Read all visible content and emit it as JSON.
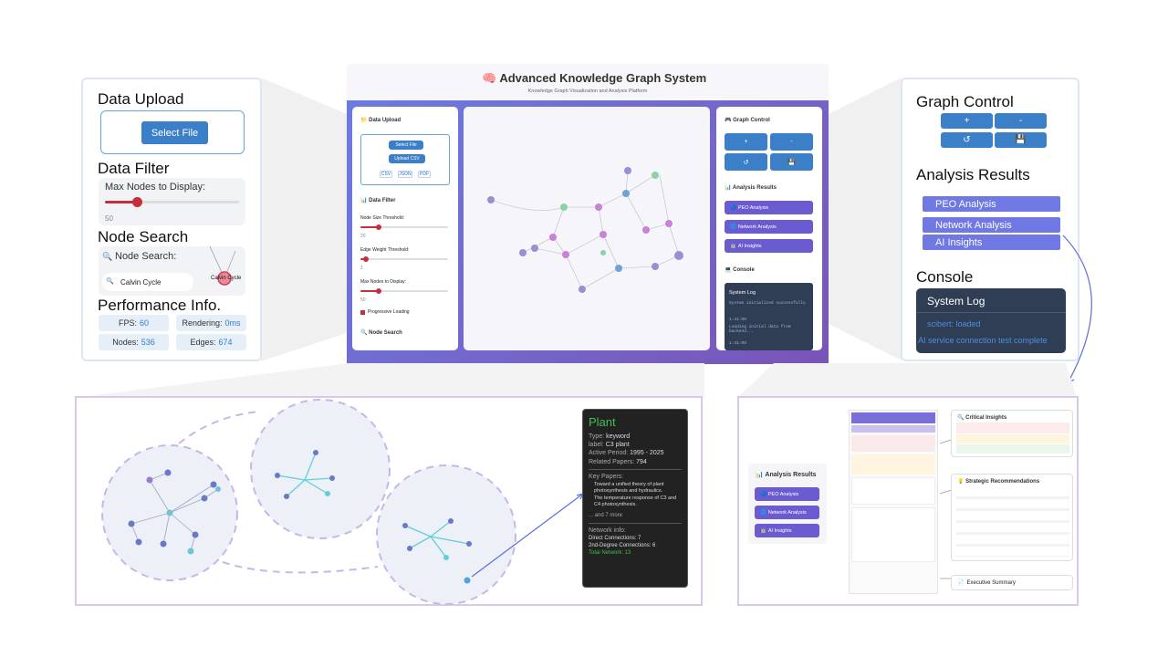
{
  "colors": {
    "accent": "#3a7fc8",
    "purple": "#6a5bd0",
    "slider": "#c62e3c",
    "peo": "#6f78e3",
    "console_bg": "#2f3e55"
  },
  "left_panel": {
    "upload_title": "Data Upload",
    "select_file": "Select File",
    "filter_title": "Data Filter",
    "max_nodes_label": "Max Nodes to Display:",
    "max_nodes_value": "50",
    "max_nodes_level": 0.3,
    "search_title": "Node Search",
    "search_label": "Node Search:",
    "search_value": "Calvin Cycle",
    "search_node_label": "Calvin Cycle",
    "perf_title": "Performance Info.",
    "fps_label": "FPS:",
    "fps_value": "60",
    "render_label": "Rendering:",
    "render_value": "0ms",
    "nodes_label": "Nodes:",
    "nodes_value": "536",
    "edges_label": "Edges:",
    "edges_value": "674"
  },
  "main": {
    "title": "Advanced Knowledge Graph System",
    "title_icon": "brain-icon",
    "subtitle": "Knowledge Graph Visualization and Analysis Platform",
    "upload_title": "Data Upload",
    "select_file": "Select File",
    "upload_csv": "Upload CSV",
    "tags": [
      "CSV",
      "JSON",
      "PDF"
    ],
    "filter_title": "Data Filter",
    "size_label": "Node Size Threshold:",
    "size_value": "20",
    "weight_label": "Edge Weight Threshold:",
    "weight_value": "1",
    "max_label": "Max Nodes to Display:",
    "max_value": "50",
    "progressive": "Progressive Loading",
    "search_title": "Node Search",
    "control_title": "Graph Control",
    "analysis_title": "Analysis Results",
    "btn_plus": "+",
    "btn_minus": "-",
    "btn_reset": "↺",
    "btn_save": "💾",
    "peo": "PEO Analysis",
    "network": "Network Analysis",
    "ai": "AI Insights",
    "console_title": "Console",
    "system_log": "System Log",
    "log1": "System initialized successfully",
    "log2_time": "1:41:09",
    "log3": "Loading initial data from backend...",
    "log4_time": "1:41:09"
  },
  "right_panel": {
    "control_title": "Graph Control",
    "plus": "+",
    "minus": "-",
    "reset": "↺",
    "save": "💾",
    "analysis_title": "Analysis Results",
    "peo": "PEO Analysis",
    "network": "Network Analysis",
    "ai": "AI Insights",
    "console_title": "Console",
    "system_log": "System Log",
    "log_line1": "scibert: loaded",
    "log_line2": "AI service connection test complete"
  },
  "node_popup": {
    "title": "Plant",
    "type_label": "Type:",
    "type_value": "keyword",
    "label_label": "label:",
    "label_value": "C3 plant",
    "period_label": "Active Period:",
    "period_value": "1995 - 2025",
    "papers_label": "Related Papers:",
    "papers_value": "794",
    "key_papers_label": "Key Papers:",
    "paper1": "Toward a unified theory of plant photosynthesis and hydraulics.",
    "paper2": "The temperature response of C3 and C4 photosynthesis.",
    "more": "... and 7 more",
    "network_label": "Network info:",
    "direct": "Direct Connections: 7",
    "second": "2nd-Degree Connections: 6",
    "total": "Total Network: 13"
  },
  "analysis_panel": {
    "title": "Analysis Results",
    "peo": "PEO Analysis",
    "network": "Network Analysis",
    "ai": "AI Insights",
    "insights": "Critical Insights",
    "recommend": "Strategic Recommendations",
    "summary": "Executive Summary"
  }
}
